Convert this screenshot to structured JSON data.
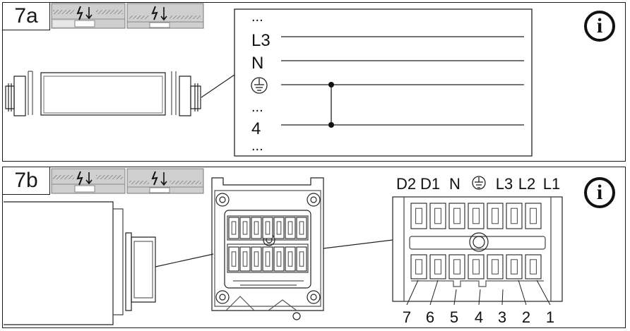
{
  "panel_a": {
    "step_label": "7a",
    "wiring": {
      "ellipsis_top": "...",
      "l3": "L3",
      "n": "N",
      "ellipsis_mid": "...",
      "four": "4",
      "ellipsis_bottom": "..."
    }
  },
  "panel_b": {
    "step_label": "7b",
    "top_labels": [
      "D2",
      "D1",
      "N",
      "L3",
      "L2",
      "L1"
    ],
    "bottom_labels": [
      "7",
      "6",
      "5",
      "4",
      "3",
      "2",
      "1"
    ]
  },
  "icons": {
    "info": "info-icon",
    "warning": "lightning-arrow-icon",
    "earth": "earth-ground-icon"
  }
}
